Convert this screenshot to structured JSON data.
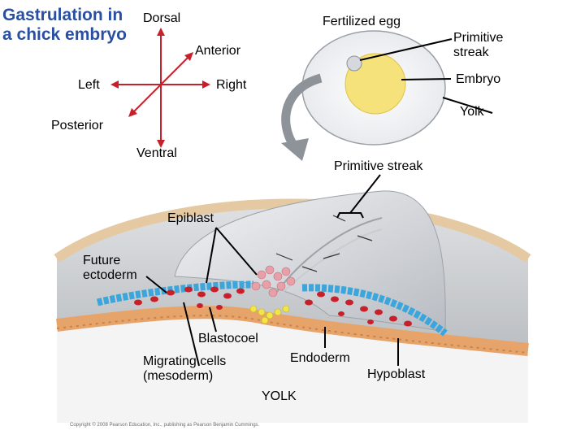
{
  "title": "Gastrulation in a chick embryo",
  "compass": {
    "dorsal": "Dorsal",
    "ventral": "Ventral",
    "anterior": "Anterior",
    "posterior": "Posterior",
    "left": "Left",
    "right": "Right"
  },
  "egg": {
    "fertilized_egg": "Fertilized egg",
    "primitive_streak": "Primitive streak",
    "embryo": "Embryo",
    "yolk": "Yolk"
  },
  "section": {
    "primitive_streak": "Primitive streak",
    "epiblast": "Epiblast",
    "future_ectoderm": "Future ectoderm",
    "blastocoel": "Blastocoel",
    "migrating_cells": "Migrating cells (mesoderm)",
    "endoderm": "Endoderm",
    "hypoblast": "Hypoblast",
    "yolk_caps": "YOLK"
  },
  "copyright": "Copyright © 2008 Pearson Education, Inc., publishing as Pearson Benjamin Cummings.",
  "colors": {
    "title": "#2a4fa0",
    "ectoderm": "#3aa6dc",
    "mesoderm": "#e8a0a8",
    "endoderm_cells": "#c8202a",
    "yolk_strip": "#e6a46a",
    "primitive_streak_cells": "#f1e54a"
  }
}
